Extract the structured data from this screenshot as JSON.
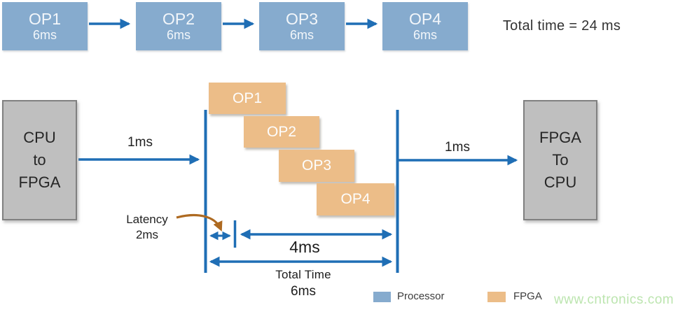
{
  "colors": {
    "processor_blue": "#86abce",
    "fpga_orange": "#ecbd88",
    "arrow_blue": "#1f6eb5",
    "annotation_brown": "#ae6a21",
    "box_gray": "#bfbfbf",
    "box_gray_border": "#808080",
    "watermark_green": "#bce5af"
  },
  "top_pipeline": {
    "ops": [
      {
        "label": "OP1",
        "time": "6ms"
      },
      {
        "label": "OP2",
        "time": "6ms"
      },
      {
        "label": "OP3",
        "time": "6ms"
      },
      {
        "label": "OP4",
        "time": "6ms"
      }
    ],
    "total_label": "Total time = 24 ms"
  },
  "pipelined_diagram": {
    "cpu_box": "CPU\nto\nFPGA",
    "fpga_box": "FPGA\nTo\nCPU",
    "in_transfer": "1ms",
    "out_transfer": "1ms",
    "ops": [
      "OP1",
      "OP2",
      "OP3",
      "OP4"
    ],
    "latency_title": "Latency",
    "latency_value": "2ms",
    "pipeline_span": "4ms",
    "total_title": "Total Time",
    "total_value": "6ms"
  },
  "legend": {
    "processor": "Processor",
    "fpga": "FPGA"
  },
  "watermark": "www.cntronics.com"
}
